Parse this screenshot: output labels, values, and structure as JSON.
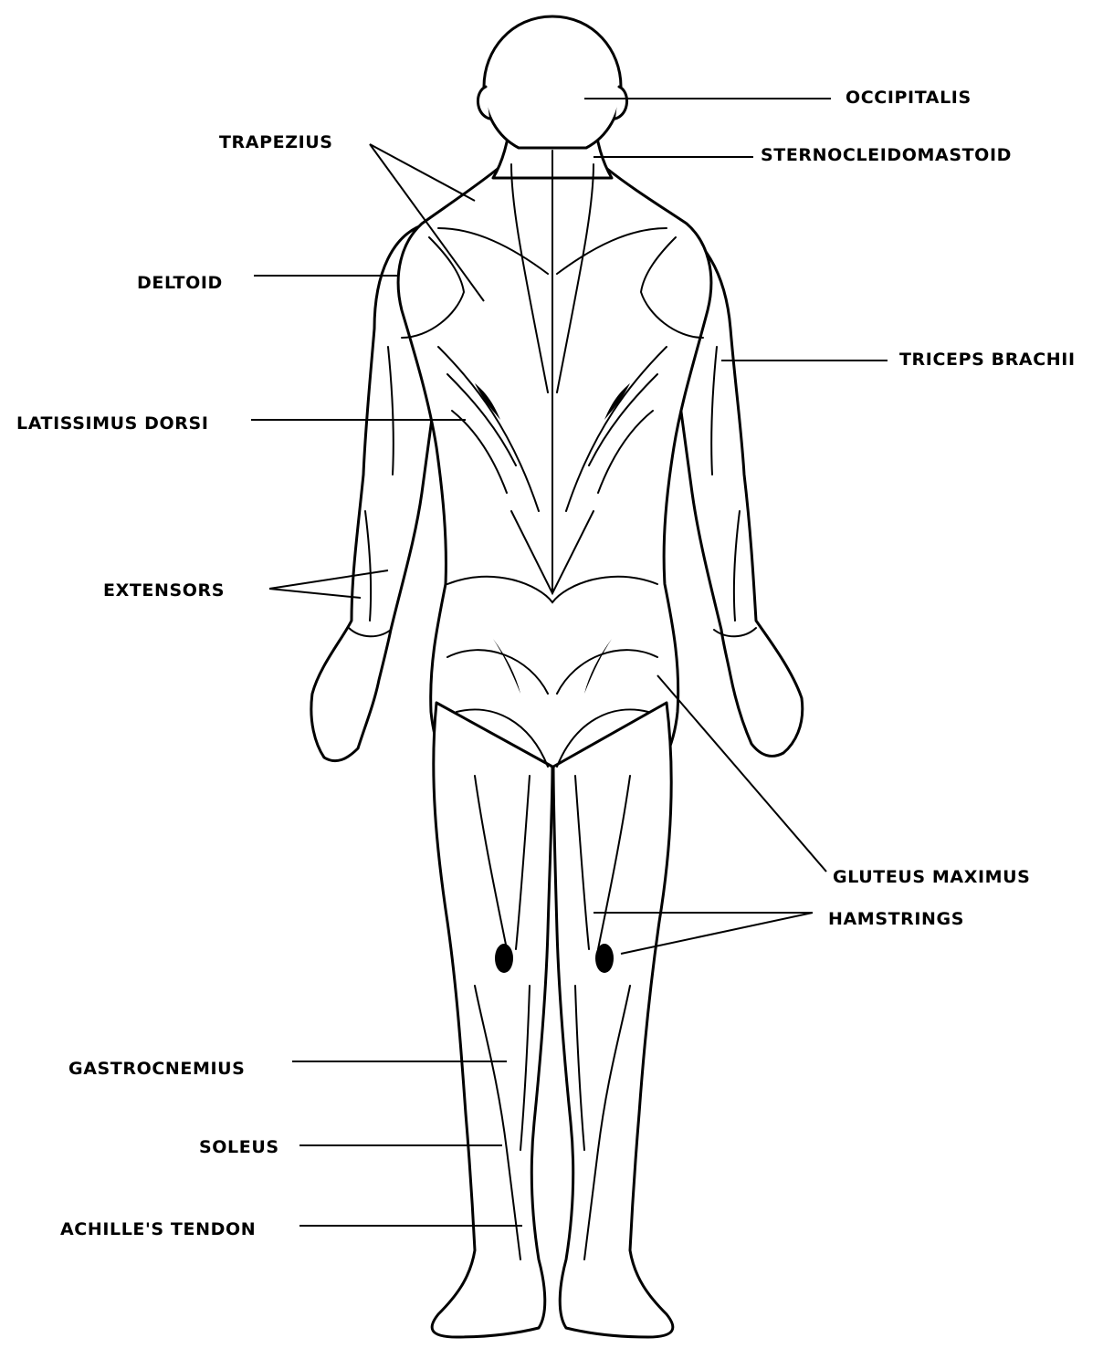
{
  "labels": {
    "occipitalis": "OCCIPITALIS",
    "sternocleidomastoid": "STERNOCLEIDOMASTOID",
    "trapezius": "TRAPEZIUS",
    "deltoid": "DELTOID",
    "triceps_brachii": "TRICEPS BRACHII",
    "latissimus_dorsi": "LATISSIMUS DORSI",
    "extensors": "EXTENSORS",
    "gluteus_maximus": "GLUTEUS MAXIMUS",
    "hamstrings": "HAMSTRINGS",
    "gastrocnemius": "GASTROCNEMIUS",
    "soleus": "SOLEUS",
    "achilles_tendon": "ACHILLE'S TENDON"
  },
  "colors": {
    "ink": "#000000",
    "paper": "#ffffff"
  }
}
